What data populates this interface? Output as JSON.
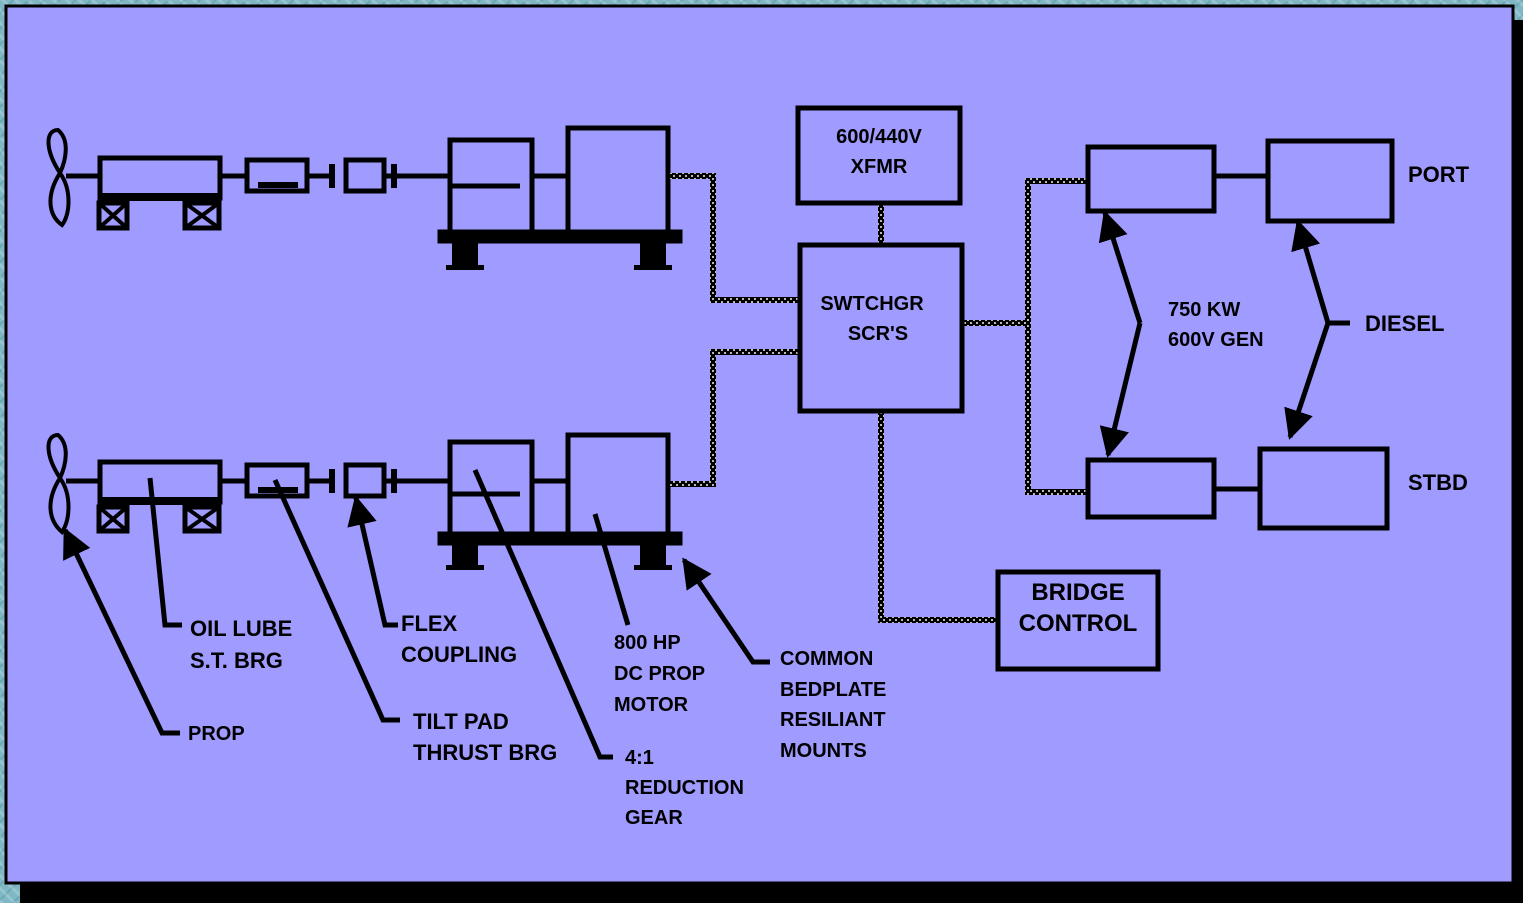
{
  "labels": {
    "xfmr": [
      "600/440V",
      "XFMR"
    ],
    "swgr": [
      "SWTCHGR",
      "SCR'S"
    ],
    "bridge": [
      "BRIDGE",
      "CONTROL"
    ],
    "port": "PORT",
    "stbd": "STBD",
    "diesel": "DIESEL",
    "gen": [
      "750 KW",
      "600V GEN"
    ],
    "prop": "PROP",
    "oil_lube": [
      "OIL LUBE",
      "S.T. BRG"
    ],
    "tilt_pad": [
      "TILT PAD",
      "THRUST BRG"
    ],
    "flex": [
      "FLEX",
      "COUPLING"
    ],
    "reduction": [
      "4:1",
      "REDUCTION",
      "GEAR"
    ],
    "motor": [
      "800 HP",
      "DC PROP",
      "MOTOR"
    ],
    "mounts": [
      "COMMON",
      "BEDPLATE",
      "RESILIANT",
      "MOUNTS"
    ]
  },
  "colors": {
    "panel": "#a09bff",
    "shadow": "#000000",
    "cable": "#8a8a8a"
  }
}
